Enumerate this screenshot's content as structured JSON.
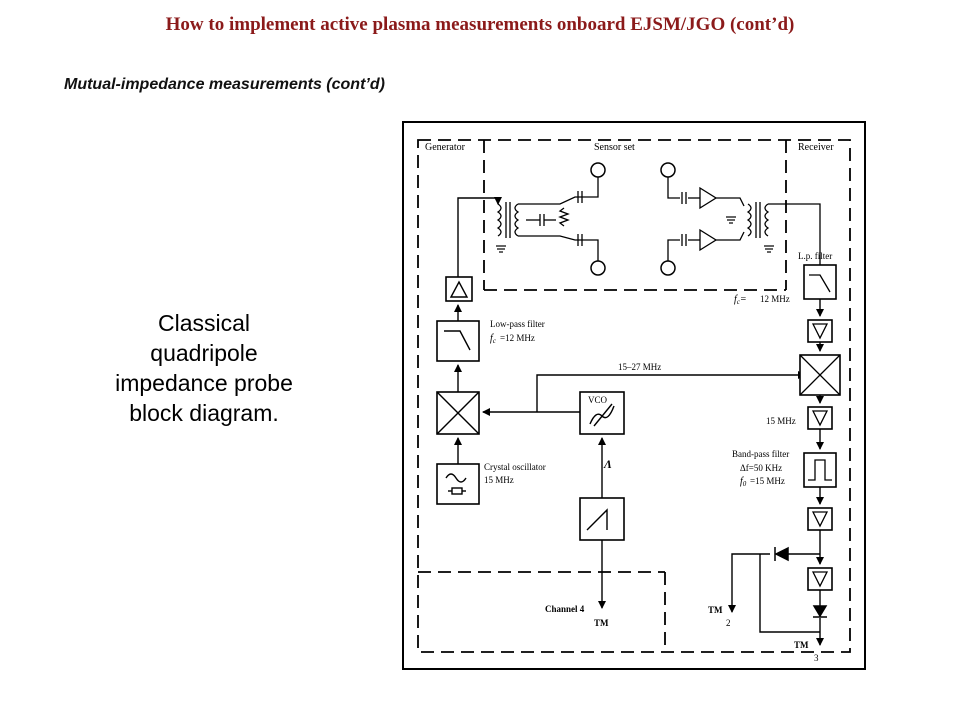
{
  "slide": {
    "title": "How to implement active plasma measurements onboard EJSM/JGO (cont’d)",
    "subtitle": "Mutual-impedance measurements (cont’d)",
    "caption": "Classical\nquadripole\nimpedance probe\nblock diagram."
  },
  "diagram": {
    "sections": {
      "generator": "Generator",
      "sensor_set": "Sensor set",
      "receiver": "Receiver"
    },
    "lp_filter": "L.p. filter",
    "fc_value": "12 MHz",
    "low_pass_filter": "Low-pass filter",
    "low_pass_fc": "=12 MHz",
    "freq_range": "15–27 MHz",
    "vco": "VCO",
    "freq_15": "15 MHz",
    "band_pass_filter": "Band-pass filter",
    "delta_f": "Δf=50 KHz",
    "f0": "=15 MHz",
    "crystal_osc": "Crystal oscillator",
    "crystal_freq": "15 MHz",
    "channel_4": "Channel 4",
    "tm": "TM",
    "tm2_num": "2",
    "tm3_num": "3"
  }
}
